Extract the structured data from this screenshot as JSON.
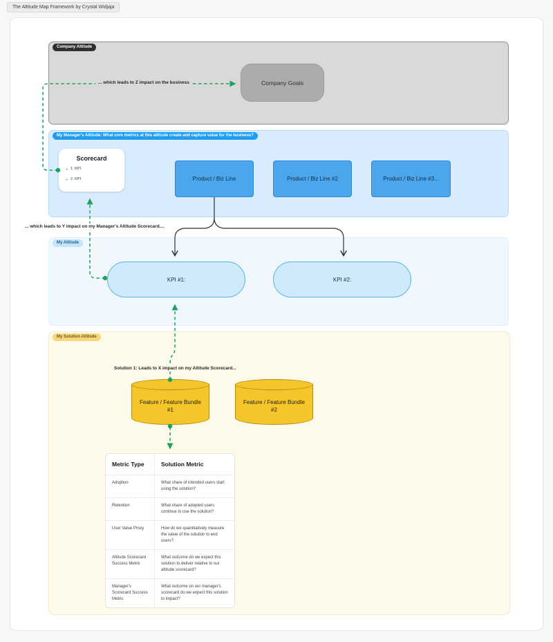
{
  "page": {
    "title_tab": "The Altitude Map Framework by Crystal Widjaja"
  },
  "company": {
    "badge": "Company Altitude",
    "goals_label": "Company Goals"
  },
  "manager": {
    "badge": "My Manager's Altitude: What core metrics at this altitude create and capture value for the business?",
    "scorecard": {
      "title": "Scorecard",
      "items": [
        "1: KPI",
        "2. KPI"
      ]
    },
    "product_lines": [
      "Product / Biz Line",
      "Product / Biz Line #2",
      "Product / Biz Line #3..."
    ]
  },
  "my_altitude": {
    "badge": "My Altitude",
    "kpis": [
      "KPI #1:",
      "KPI #2:"
    ]
  },
  "solution": {
    "badge": "My Solution Altitude",
    "bundles": [
      {
        "line1": "Feature / Feature Bundle",
        "line2": "#1"
      },
      {
        "line1": "Feature / Feature Bundle",
        "line2": "#2"
      }
    ],
    "table": {
      "headers": [
        "Metric Type",
        "Solution Metric"
      ],
      "rows": [
        {
          "type": "Adoption",
          "metric": "What share of intended users start using the solution?"
        },
        {
          "type": "Retention",
          "metric": "What share of adopted users continue to use the solution?"
        },
        {
          "type": "User Value Proxy",
          "metric": "How do we quantitatively measure the value of the solution to end users?"
        },
        {
          "type": "Altitude Scorecard Success Metric",
          "metric": "What outcome do we expect this solution to deliver relative to our altitude scorecard?"
        },
        {
          "type": "Manager's Scorecard Success Metric",
          "metric": "What outcome on our manager's scorecard do we expect this solution to impact?"
        }
      ]
    }
  },
  "annotations": {
    "z_impact": "... which leads to Z impact on the business",
    "y_impact": "... which leads to Y impact on my Manager's Altitude Scorecard....",
    "x_impact": "Solution 1: Leads to X impact on my Altitude Scorecard..."
  },
  "colors": {
    "connector_green": "#1ba35c",
    "connector_black": "#2e2e2e",
    "company_fill": "#d9d9da",
    "manager_fill": "#d8ecfd",
    "manager_badge_blue": "#1f9cf3",
    "product_box_blue": "#4ba6ec",
    "my_altitude_fill": "#f0f8fe",
    "kpi_fill": "#cfeafa",
    "solution_fill": "#fdfaea",
    "bundle_gold": "#f5c62a"
  }
}
